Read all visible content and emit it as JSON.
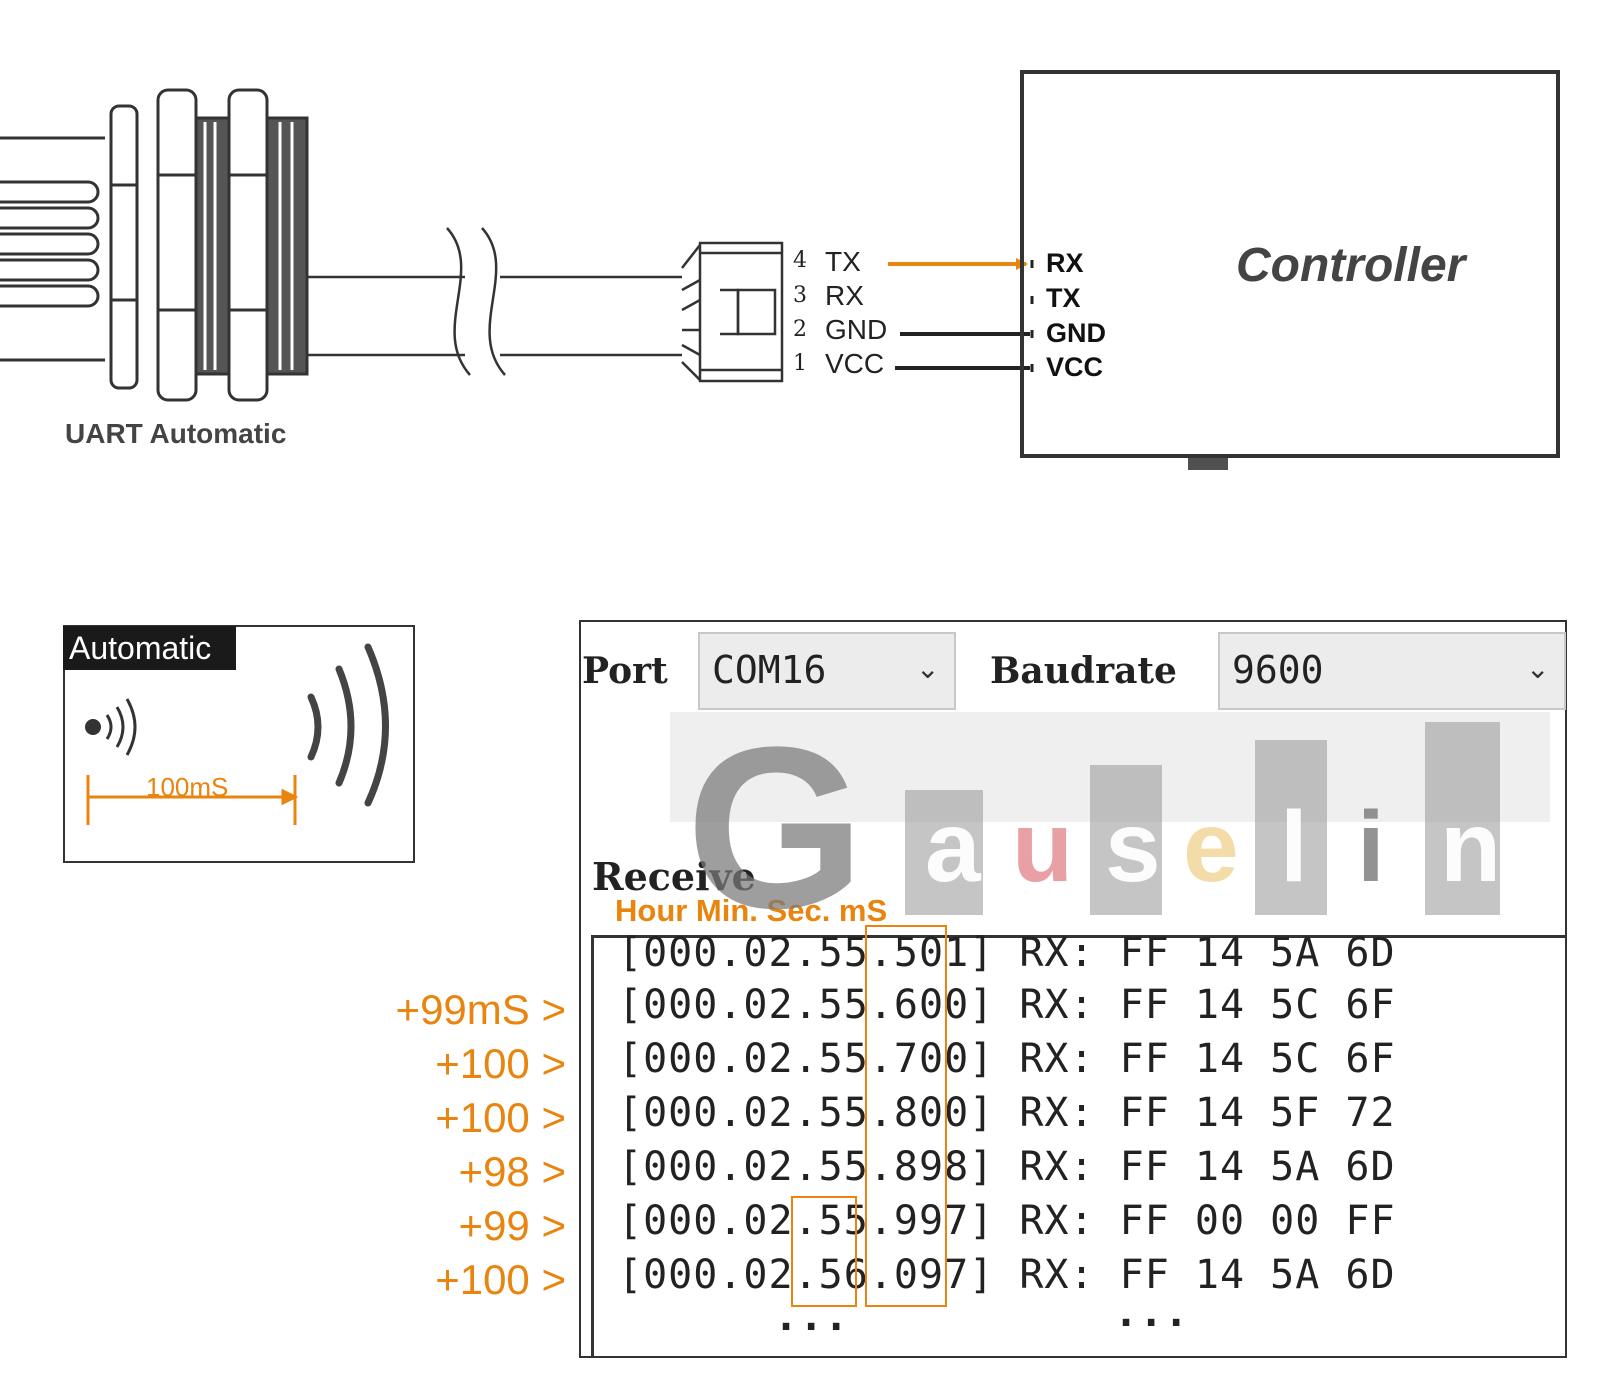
{
  "sensor": {
    "label": "UART Automatic"
  },
  "connector": {
    "pins": [
      {
        "num": "4",
        "name": "TX"
      },
      {
        "num": "3",
        "name": "RX"
      },
      {
        "num": "2",
        "name": "GND"
      },
      {
        "num": "1",
        "name": "VCC"
      }
    ]
  },
  "controller": {
    "title": "Controller",
    "pins": [
      "RX",
      "TX",
      "GND",
      "VCC"
    ]
  },
  "automatic": {
    "title": "Automatic",
    "interval": "100mS"
  },
  "serial_tool": {
    "port_label": "Port",
    "port_value": "COM16",
    "baud_label": "Baudrate",
    "baud_value": "9600",
    "receive_label": "Receive",
    "time_legend": "Hour  Min. Sec. mS",
    "lines": [
      "[000.02.55.501] RX: FF 14 5A 6D",
      "[000.02.55.600] RX: FF 14 5C 6F",
      "[000.02.55.700] RX: FF 14 5C 6F",
      "[000.02.55.800] RX: FF 14 5F 72",
      "[000.02.55.898] RX: FF 14 5A 6D",
      "[000.02.55.997] RX: FF 00 00 FF",
      "[000.02.56.097] RX: FF 14 5A 6D"
    ],
    "ellipsis": [
      "...",
      "..."
    ]
  },
  "deltas": [
    "+99mS >",
    "+100 >",
    "+100 >",
    "+98 >",
    "+99 >",
    "+100 >"
  ],
  "watermark": {
    "letters": [
      "G",
      "a",
      "u",
      "s",
      "e",
      "l",
      "i",
      "n"
    ]
  },
  "colors": {
    "accent": "#e9850f",
    "line": "#333333",
    "watermark_pink": "#e8a0a4",
    "watermark_yellow": "#f4dca8"
  }
}
